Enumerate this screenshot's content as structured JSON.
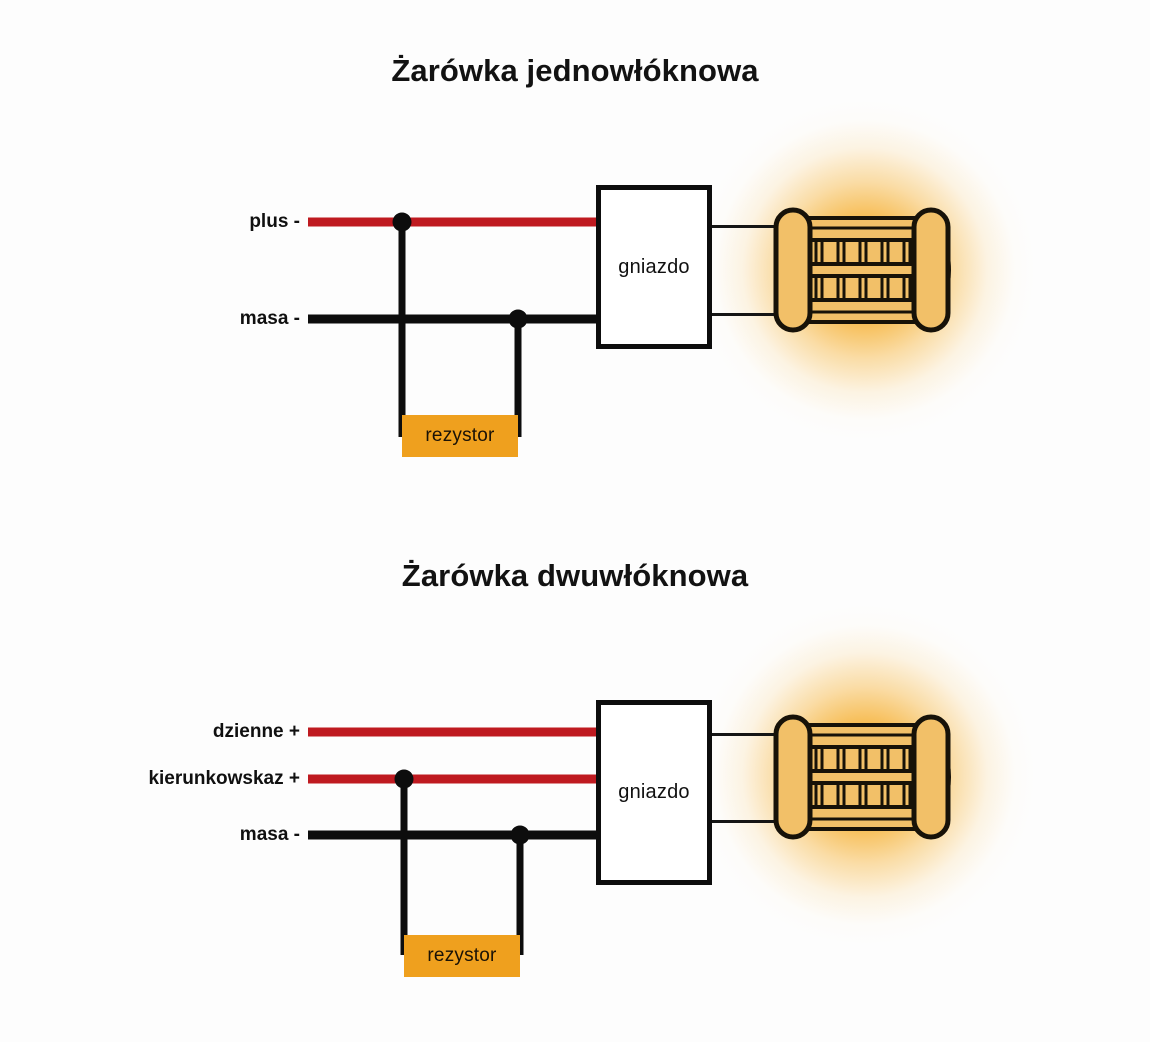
{
  "page": {
    "background_color": "#fdfdfd",
    "language": "pl"
  },
  "palette": {
    "wire_red": "#bf1a20",
    "wire_black": "#0d0d0d",
    "resistor_orange": "#efa01e",
    "bulb_body": "#f2c068",
    "bulb_outline": "#171208",
    "glow": "#f4a51a",
    "socket_fill": "#ffffff",
    "text": "#101010"
  },
  "diagrams": [
    {
      "id": "single-filament",
      "title": "Żarówka jednowłóknowa",
      "terminals": [
        {
          "label": "plus -",
          "polarity": "positive",
          "wire_color": "#bf1a20"
        },
        {
          "label": "masa -",
          "polarity": "negative",
          "wire_color": "#0d0d0d"
        }
      ],
      "socket": {
        "label": "gniazdo"
      },
      "resistor": {
        "label": "rezystor"
      },
      "bulb": {
        "type": "led-bulb",
        "rows": 2,
        "chips_per_row": 6,
        "lit": true
      },
      "junction_count": 2
    },
    {
      "id": "dual-filament",
      "title": "Żarówka dwuwłóknowa",
      "terminals": [
        {
          "label": "dzienne +",
          "polarity": "positive",
          "wire_color": "#bf1a20"
        },
        {
          "label": "kierunkowskaz +",
          "polarity": "positive",
          "wire_color": "#bf1a20"
        },
        {
          "label": "masa -",
          "polarity": "negative",
          "wire_color": "#0d0d0d"
        }
      ],
      "socket": {
        "label": "gniazdo"
      },
      "resistor": {
        "label": "rezystor"
      },
      "bulb": {
        "type": "led-bulb",
        "rows": 2,
        "chips_per_row": 6,
        "lit": true
      },
      "junction_count": 2
    }
  ]
}
